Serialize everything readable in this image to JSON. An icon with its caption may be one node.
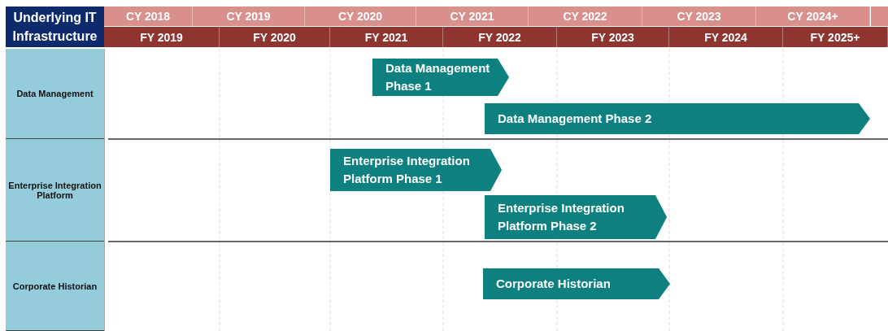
{
  "diagram": {
    "nodes": [
      {
        "text": [
          "Underlying IT Infrastructure"
        ]
      },
      {
        "text": [
          "CY 2018"
        ]
      },
      {
        "text": [
          "CY 2019"
        ]
      },
      {
        "text": [
          "CY 2020"
        ]
      },
      {
        "text": [
          "CY 2021"
        ]
      },
      {
        "text": [
          "CY 2022"
        ]
      },
      {
        "text": [
          "CY 2023"
        ]
      },
      {
        "text": [
          "CY 2024+"
        ]
      },
      {
        "text": [
          "FY 2019"
        ]
      },
      {
        "text": [
          "FY 2020"
        ]
      },
      {
        "text": [
          "FY 2021"
        ]
      },
      {
        "text": [
          "FY 2022"
        ]
      },
      {
        "text": [
          "FY 2023"
        ]
      },
      {
        "text": [
          "FY 2024"
        ]
      },
      {
        "text": [
          "FY 2025+"
        ]
      },
      {
        "text": [
          "Data Management"
        ]
      },
      {
        "text": [
          "Data Management Phase 1"
        ]
      },
      {
        "text": [
          "Data Management Phase 2"
        ]
      },
      {
        "text": [
          "Enterprise Integration Platform"
        ]
      },
      {
        "text": [
          "Enterprise Integration Platform Phase 1"
        ]
      },
      {
        "text": [
          "Enterprise Integration Platform Phase 2"
        ]
      },
      {
        "text": [
          "Corporate Historian"
        ]
      },
      {
        "text": [
          "Corporate Historian"
        ]
      }
    ]
  }
}
